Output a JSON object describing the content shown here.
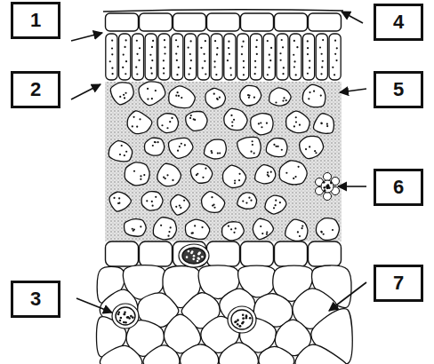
{
  "diagram": {
    "nodes": [
      {
        "text": [
          "1"
        ]
      },
      {
        "text": [
          "4"
        ]
      },
      {
        "text": [
          "2"
        ]
      },
      {
        "text": [
          "5"
        ]
      },
      {
        "text": [
          "6"
        ]
      },
      {
        "text": [
          "7"
        ]
      },
      {
        "text": [
          "3"
        ]
      }
    ]
  }
}
